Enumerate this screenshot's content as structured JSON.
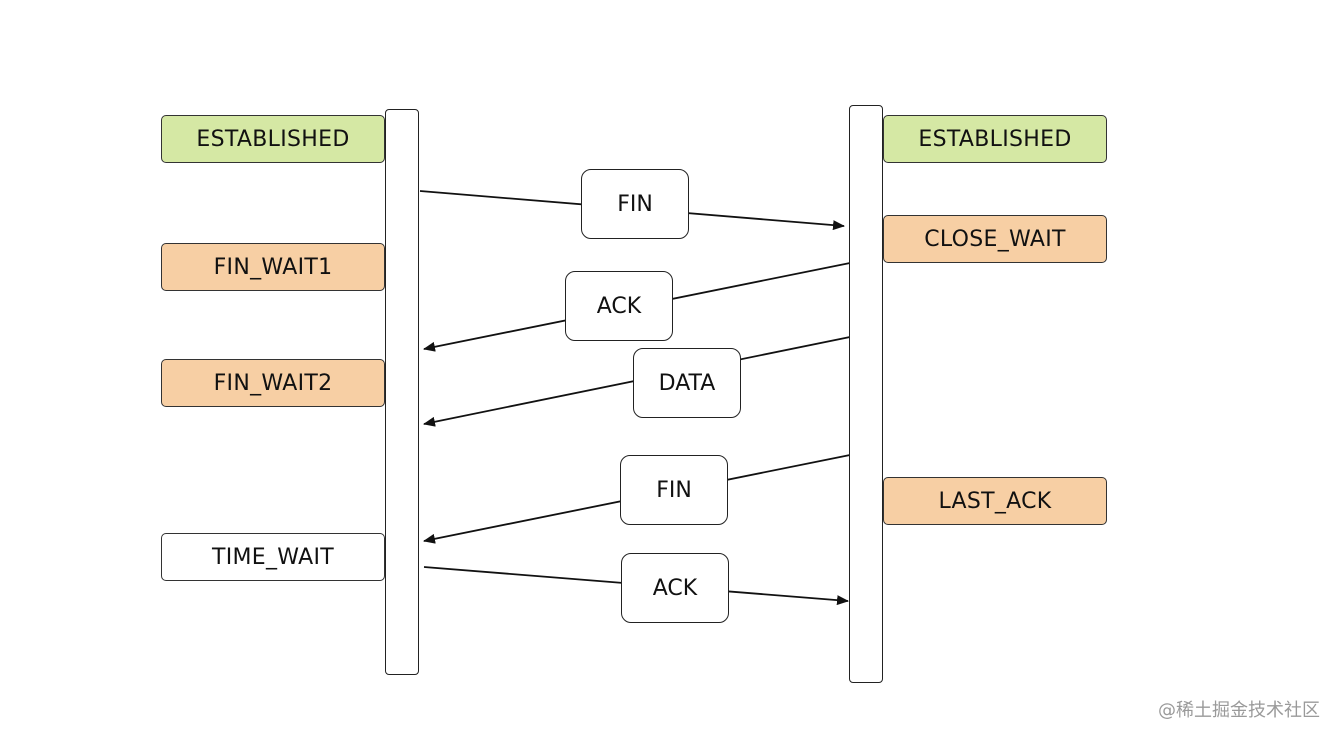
{
  "colors": {
    "established": "#d5e8a4",
    "waiting": "#f7cfa4",
    "neutral": "#ffffff",
    "stroke": "#222222"
  },
  "client_states": {
    "established": "ESTABLISHED",
    "fin_wait1": "FIN_WAIT1",
    "fin_wait2": "FIN_WAIT2",
    "time_wait": "TIME_WAIT"
  },
  "server_states": {
    "established": "ESTABLISHED",
    "close_wait": "CLOSE_WAIT",
    "last_ack": "LAST_ACK"
  },
  "messages": {
    "fin_1": "FIN",
    "ack_1": "ACK",
    "data": "DATA",
    "fin_2": "FIN",
    "ack_2": "ACK"
  },
  "watermark": "@稀土掘金技术社区"
}
